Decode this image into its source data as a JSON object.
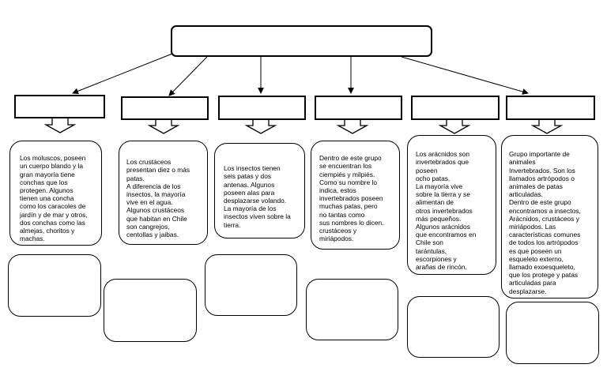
{
  "title_box": {
    "text": ""
  },
  "categories": [
    {
      "label": "",
      "description": "Los moluscos, poseen\nun cuerpo blando y la\ngran mayoría tiene\nconchas que los\nprotegen. Algunos\ntienen una concha\ncomo los caracoles de\njardín y de mar y otros,\ndos conchas como las\nalmejas, choritos y\nmachas.",
      "answer": ""
    },
    {
      "label": "",
      "description": "Los crustáceos\npresentan diez o más\npatas.\nA diferencia de los\ninsectos, la mayoría\nvive en el agua.\nAlgunos crustáceos\nque habitan en Chile\nson cangrejos,\ncentollas y jaibas.",
      "answer": ""
    },
    {
      "label": "",
      "description": "Los insectos tienen\nseis patas y dos\nantenas. Algunos\nposeen alas para\ndesplazarse volando.\nLa mayoría de los\ninsectos viven sobre la\ntierra.",
      "answer": ""
    },
    {
      "label": "",
      "description": "Dentro de este grupo\nse encuentran los\nciempiés y milpiés.\nComo su nombre lo\nindica, estos\ninvertebrados poseen\nmuchas patas, pero\nno tantas como\nsus nombres lo dicen.\ncrustáceos y\nmiriápodos.",
      "answer": ""
    },
    {
      "label": "",
      "description": "Los arácnidos son\ninvertebrados que\nposeen\nocho patas.\nLa mayoría vive\nsobre la tierra y se\nalimentan de\notros invertebrados\nmás pequeños.\nAlgunos arácnidos\nque encontramos en\nChile son\ntarántulas,\nescorpiones y\narañas de rincón.",
      "answer": ""
    },
    {
      "label": "",
      "description": "Grupo importante de\nanimales\nInvertebrados. Son los\nllamados artrópodos o\nanimales de patas\narticuladas.\nDentro de este grupo\nencontramos a insectos,\nArácnidos, crustáceos y\nmiriápodos. Las\ncaracterísticas comunes\nde todos los artrópodos\nes que poseen un\nesqueleto externo,\nllamado exoesqueleto,\nque los protege y patas\narticuladas para\ndesplazarse.",
      "answer": ""
    }
  ]
}
